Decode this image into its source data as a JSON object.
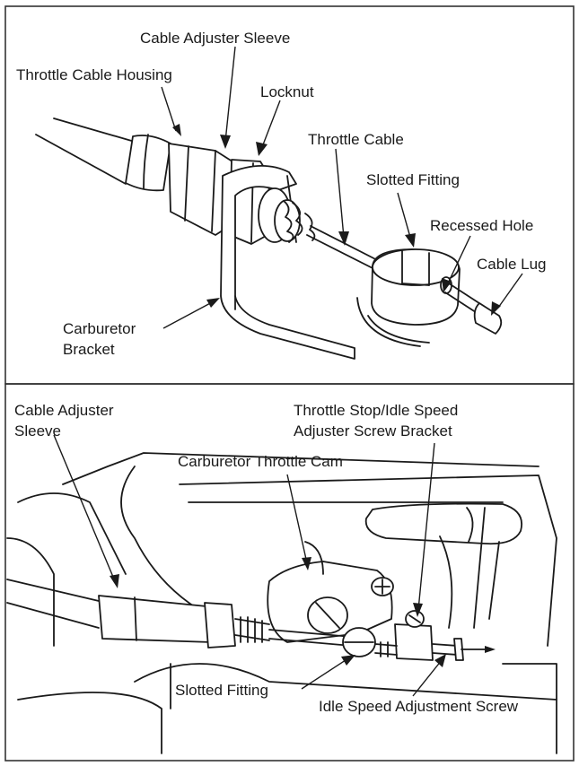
{
  "top_panel": {
    "labels": {
      "cable_adjuster_sleeve": "Cable Adjuster Sleeve",
      "throttle_cable_housing": "Throttle Cable Housing",
      "locknut": "Locknut",
      "throttle_cable": "Throttle Cable",
      "slotted_fitting": "Slotted Fitting",
      "recessed_hole": "Recessed Hole",
      "cable_lug": "Cable Lug",
      "carburetor_bracket_line1": "Carburetor",
      "carburetor_bracket_line2": "Bracket"
    }
  },
  "bottom_panel": {
    "labels": {
      "cable_adjuster_sleeve_line1": "Cable Adjuster",
      "cable_adjuster_sleeve_line2": "Sleeve",
      "throttle_stop_line1": "Throttle Stop/Idle Speed",
      "throttle_stop_line2": "Adjuster Screw Bracket",
      "carburetor_throttle_cam": "Carburetor Throttle Cam",
      "slotted_fitting": "Slotted Fitting",
      "idle_speed_adjustment_screw": "Idle Speed Adjustment Screw"
    }
  }
}
